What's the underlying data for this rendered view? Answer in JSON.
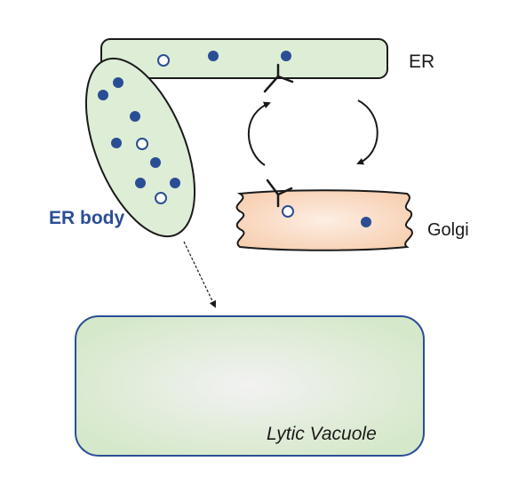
{
  "labels": {
    "er": "ER",
    "er_body": "ER body",
    "golgi": "Golgi",
    "lytic_vacuole": "Lytic Vacuole"
  },
  "colors": {
    "compartment_fill": "#deedd6",
    "outline": "#1a1a1a",
    "cargo_dot": "#2a4e95",
    "er_body_label": "#2a4e95",
    "golgi_fill": "#fbdcc6",
    "vacuole_border": "#2a4e95"
  }
}
